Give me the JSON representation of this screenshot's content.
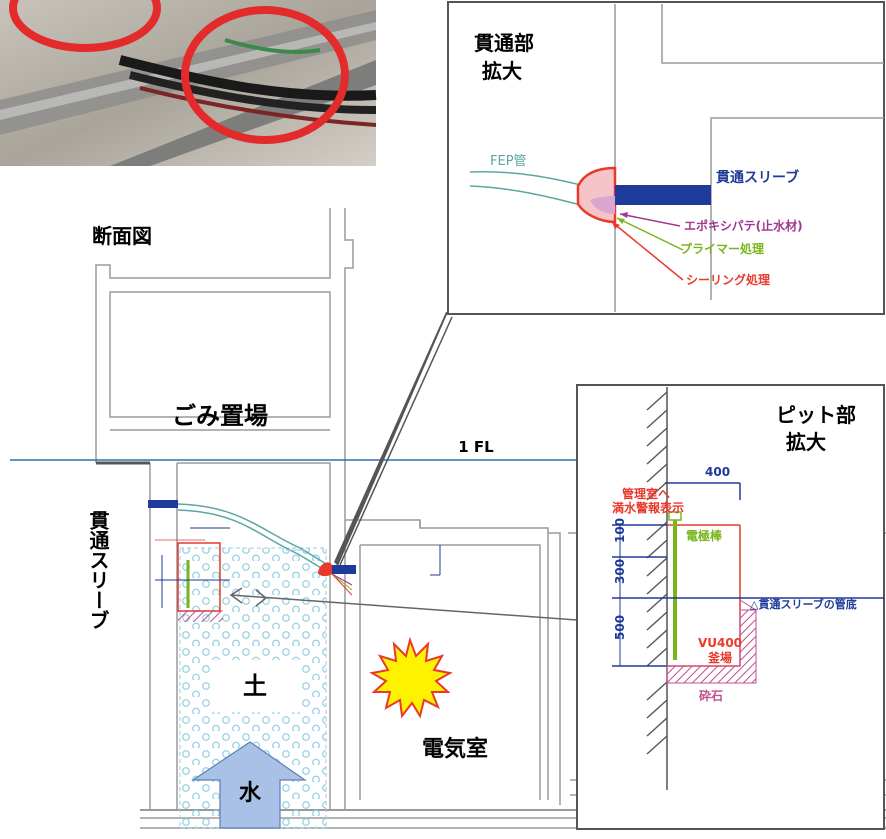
{
  "labels": {
    "section_view": "断面図",
    "garbage_area": "ごみ置場",
    "floor_level": "1 FL",
    "soil": "土",
    "water": "水",
    "electrical_room": "電気室",
    "sleeve_vertical": "貫通スリーブ"
  },
  "penetration_detail": {
    "title_line1": "貫通部",
    "title_line2": "拡大",
    "fep_pipe": "FEP管",
    "sleeve": "貫通スリーブ",
    "epoxy_putty": "エポキシパテ(止水材)",
    "primer": "プライマー処理",
    "sealing": "シーリング処理"
  },
  "pit_detail": {
    "title_line1": "ピット部",
    "title_line2": "拡大",
    "width_400": "400",
    "alarm_line1": "管理室へ",
    "alarm_line2": "満水警報表示",
    "electrode": "電極棒",
    "dim_100": "100",
    "dim_300": "300",
    "dim_500": "500",
    "sleeve_bottom": "△貫通スリーブの管底",
    "pit_line1": "VU400",
    "pit_line2": "釜場",
    "gravel": "砕石"
  },
  "colors": {
    "red": "#e8392b",
    "blue": "#1e3a9a",
    "green": "#7ab51d",
    "purple": "#a0388f",
    "teal": "#5aa7a0",
    "floor_line": "#2f6fb3",
    "water_arrow": "#a9c1e6"
  }
}
